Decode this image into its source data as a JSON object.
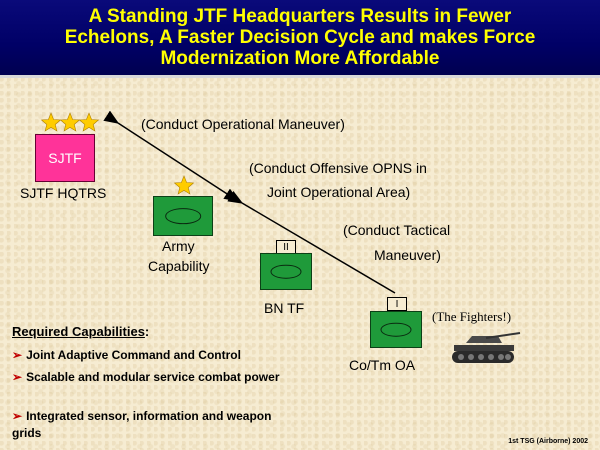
{
  "header": {
    "line1": "A Standing JTF Headquarters Results in Fewer",
    "line2": "Echelons, A Faster Decision Cycle and makes Force",
    "line3": "Modernization More Affordable"
  },
  "annotations": {
    "operational": "(Conduct Operational Maneuver)",
    "offensive_line1": "(Conduct Offensive OPNS in",
    "offensive_line2": "Joint Operational Area)",
    "tactical_line1": "(Conduct Tactical",
    "tactical_line2": "Maneuver)",
    "fighters": "(The Fighters!)"
  },
  "units": {
    "sjtf_box": "SJTF",
    "sjtf_label": "SJTF HQTRS",
    "army_line1": "Army",
    "army_line2": "Capability",
    "bn_echelon": "II",
    "bn_label": "BN TF",
    "co_echelon": "I",
    "co_label": "Co/Tm OA"
  },
  "requirements": {
    "title": "Required Capabilities",
    "title_suffix": ":",
    "bullet_marker": "➢",
    "items": [
      "Joint Adaptive Command and Control",
      "Scalable and modular service combat power",
      "Integrated sensor, information and weapon grids"
    ]
  },
  "footer": "1st TSG (Airborne) 2002",
  "colors": {
    "header_bg": "#000066",
    "header_text": "#ffff00",
    "sjtf_box": "#ff3399",
    "unit_green": "#1f9a3a",
    "star": "#ffcc00",
    "bullet_marker": "#c00000"
  },
  "icons": [
    "star-icon",
    "tank-icon",
    "arrow-icon"
  ]
}
